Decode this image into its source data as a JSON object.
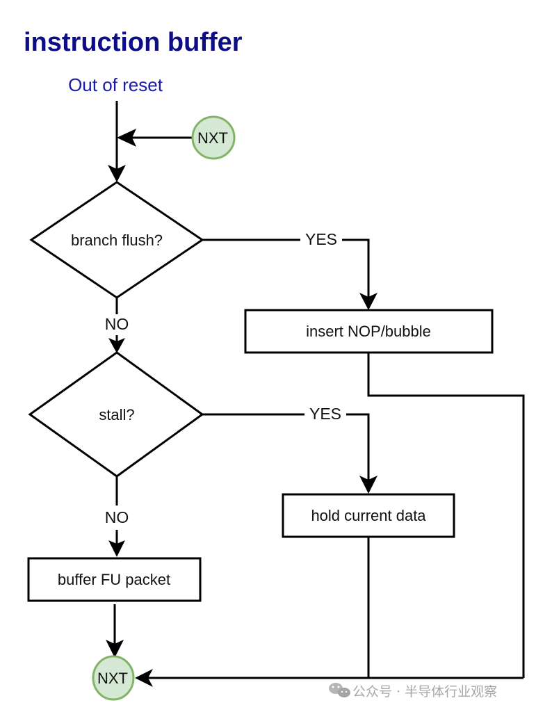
{
  "title": "instruction buffer",
  "start_label": "Out of reset",
  "connectors": {
    "top": "NXT",
    "bottom": "NXT",
    "fill_color": "#d5e8d4",
    "stroke_color": "#82b366"
  },
  "decisions": {
    "branch_flush": "branch flush?",
    "stall": "stall?"
  },
  "processes": {
    "insert_nop": "insert NOP/bubble",
    "hold_data": "hold current data",
    "buffer_packet": "buffer FU packet"
  },
  "edge_labels": {
    "branch_yes": "YES",
    "branch_no": "NO",
    "stall_yes": "YES",
    "stall_no": "NO"
  },
  "watermark": "公众号 · 半导体行业观察",
  "colors": {
    "title": "#0d0d85",
    "start_label": "#1a1aa6"
  }
}
